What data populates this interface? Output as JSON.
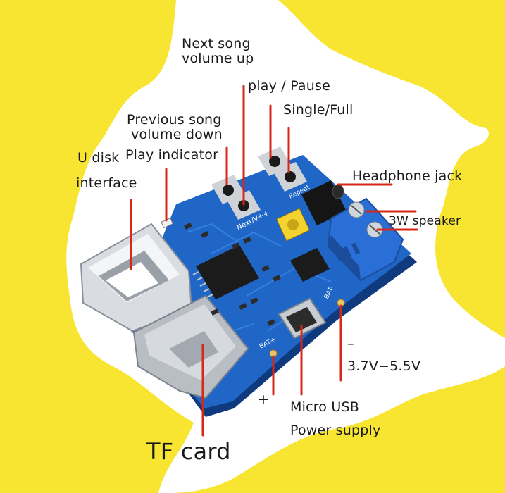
{
  "colors": {
    "background": "#f7e531",
    "paper": "#ffffff",
    "pcb": "#1f66c7",
    "pcb_dark": "#16489a",
    "terminal": "#2a6fd6",
    "pointer": "#d62718"
  },
  "labels": {
    "next_song": "Next song",
    "volume_up": "volume up",
    "play_pause": "play / Pause",
    "single_full": "Single/Full",
    "previous_song": "Previous song",
    "volume_down": "volume down",
    "u_disk": "U disk",
    "play_indicator": "Play indicator",
    "interface": "interface",
    "headphone_jack": "Headphone jack",
    "speaker": "3W speaker",
    "minus": "–",
    "voltage": "3.7V−5.5V",
    "plus": "+",
    "micro_usb": "Micro USB",
    "power_supply": "Power supply",
    "tf_card": "TF card"
  },
  "silkscreen": {
    "next": "Next/V++",
    "repeat": "Repeat",
    "bat_plus": "BAT+",
    "bat_minus": "BAT-"
  }
}
